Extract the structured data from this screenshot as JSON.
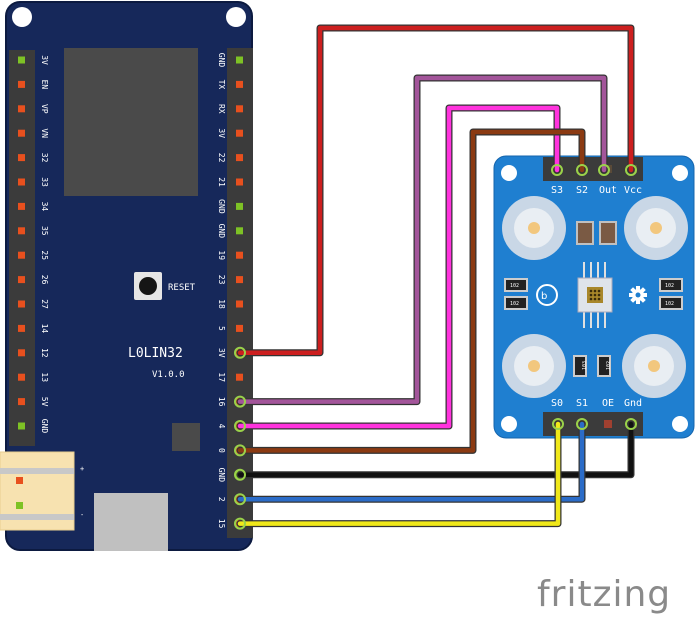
{
  "board": {
    "name": "L0LIN32",
    "version": "V1.0.0",
    "reset_label": "RESET",
    "left_pins": [
      "3V",
      "EN",
      "VP",
      "VN",
      "32",
      "33",
      "34",
      "35",
      "25",
      "26",
      "27",
      "14",
      "12",
      "13",
      "5V",
      "GND"
    ],
    "right_pins": [
      "GND",
      "TX",
      "RX",
      "3V",
      "22",
      "21",
      "GND",
      "GND",
      "19",
      "23",
      "18",
      "5",
      "3V",
      "17",
      "16",
      "4",
      "0",
      "GND",
      "2",
      "15"
    ],
    "battery_plus": "+",
    "battery_minus": "-"
  },
  "sensor": {
    "top_pins": [
      "S3",
      "S2",
      "Out",
      "Vcc"
    ],
    "bottom_pins": [
      "S0",
      "S1",
      "OE",
      "Gnd"
    ],
    "resistor_label": "102",
    "resistor_label_2": "103"
  },
  "wires": [
    {
      "from": "3V",
      "to": "Vcc",
      "color": "#cc1f1f"
    },
    {
      "from": "16",
      "to": "Out",
      "color": "#a3559a"
    },
    {
      "from": "4",
      "to": "S3",
      "color": "#ff33dd"
    },
    {
      "from": "0",
      "to": "S2",
      "color": "#8b3a12"
    },
    {
      "from": "GND",
      "to": "Gnd",
      "color": "#111111"
    },
    {
      "from": "2",
      "to": "S1",
      "color": "#2b6cc8"
    },
    {
      "from": "15",
      "to": "S0",
      "color": "#f0e81a"
    }
  ],
  "watermark": "fritzing"
}
